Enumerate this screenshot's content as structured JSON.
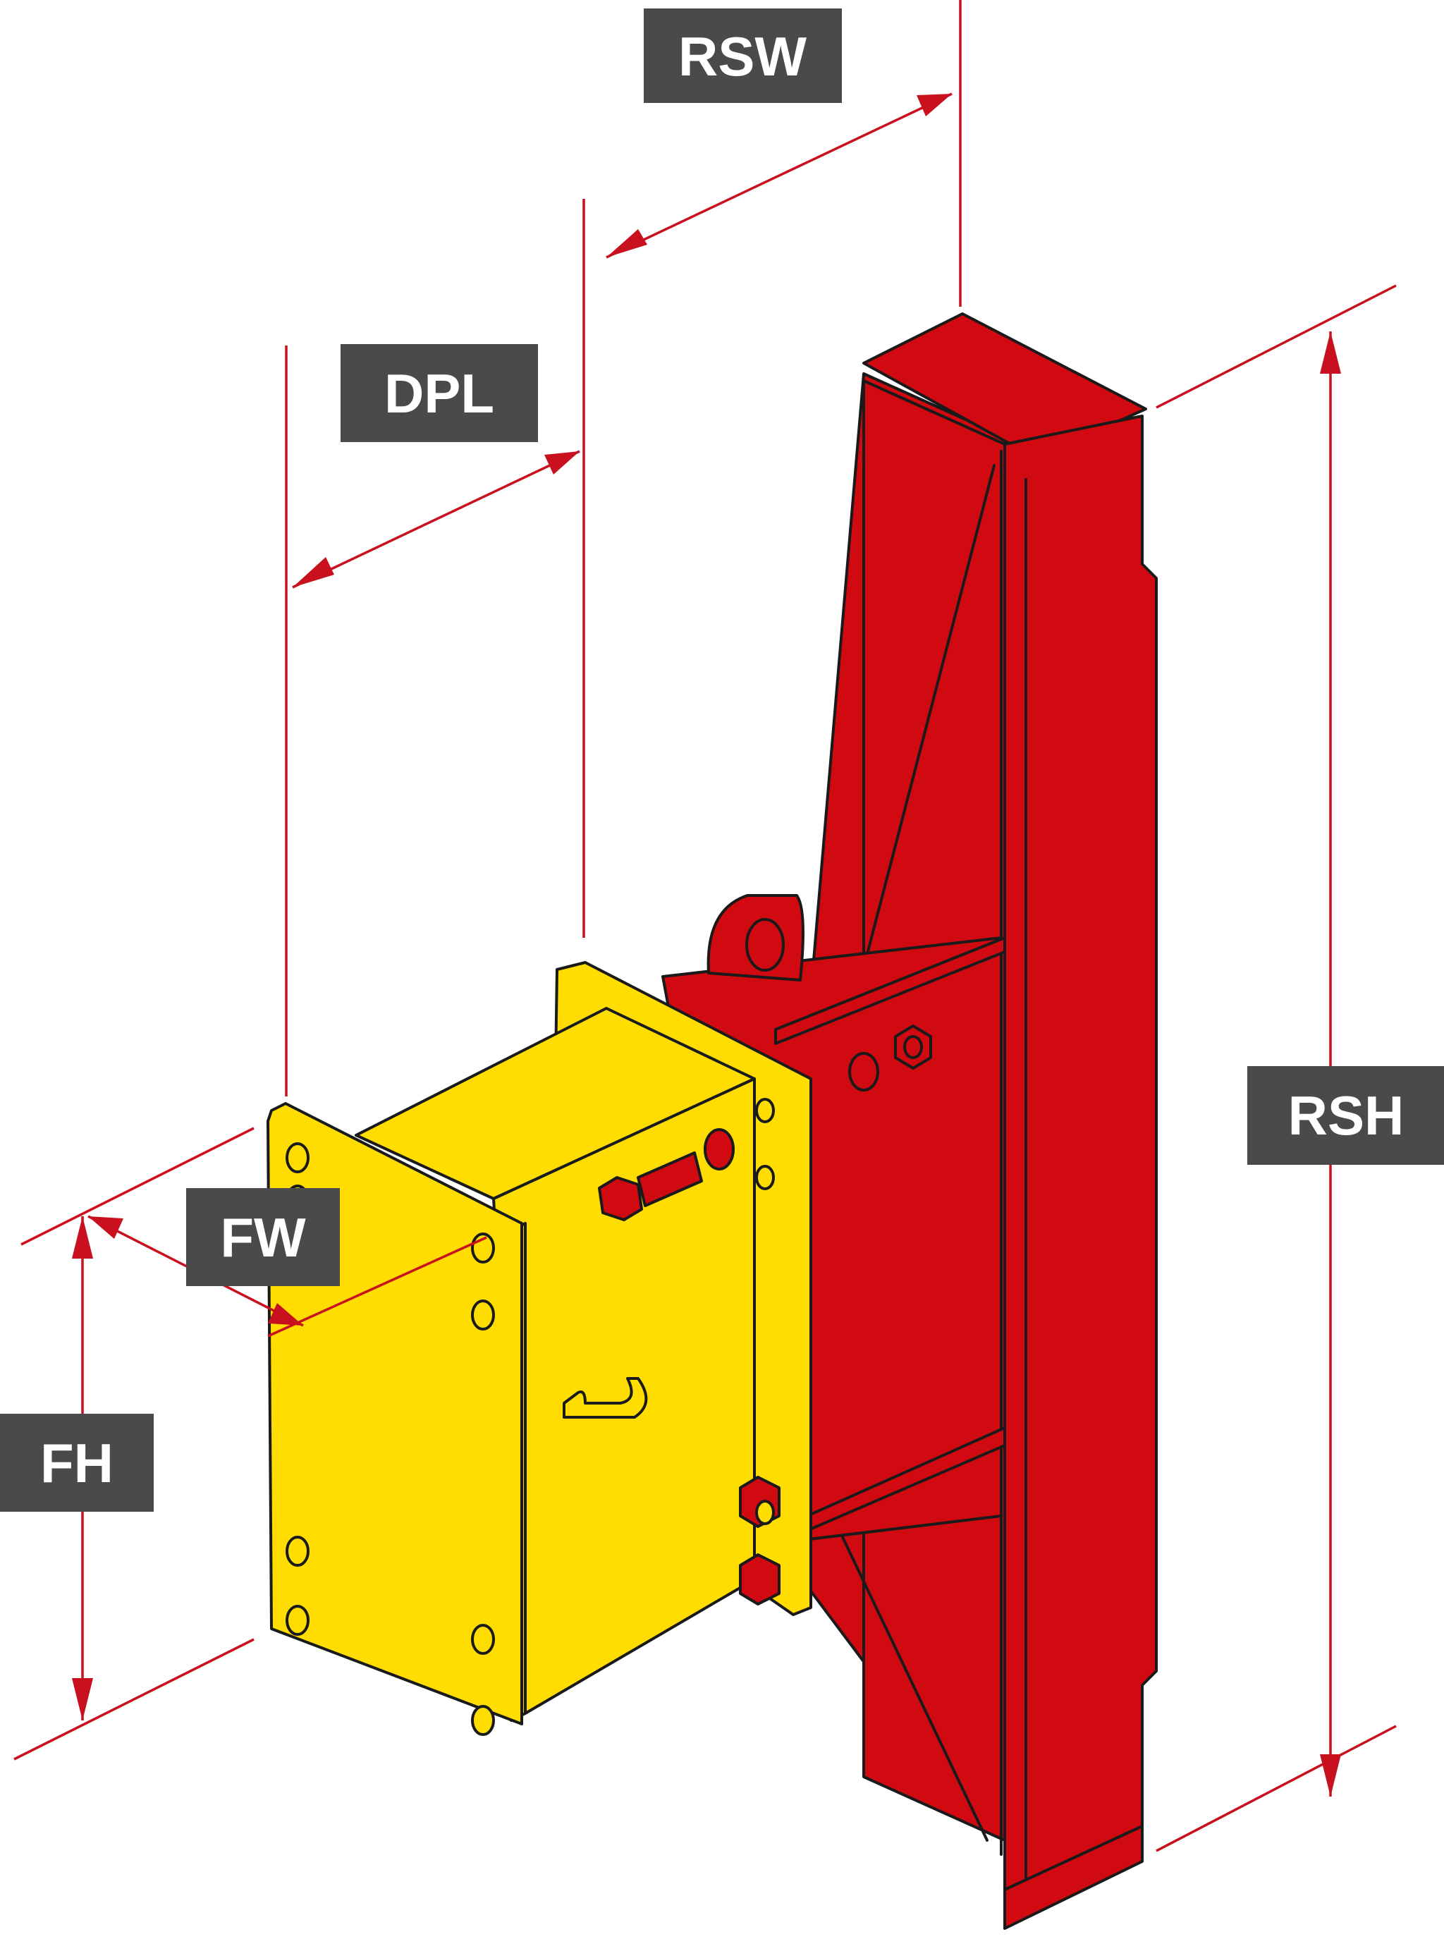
{
  "labels": {
    "rsw": "RSW",
    "dpl": "DPL",
    "rsh": "RSH",
    "fw": "FW",
    "fh": "FH"
  },
  "colors": {
    "steel_strut": "#d10a11",
    "headplate_frame": "#ffdd00",
    "dimension_lines": "#c8101e",
    "label_background": "#4a4a4a",
    "label_text": "#ffffff"
  },
  "icons": [
    "bolt-icon",
    "nut-icon",
    "lifting-eye-icon",
    "hook-icon"
  ]
}
